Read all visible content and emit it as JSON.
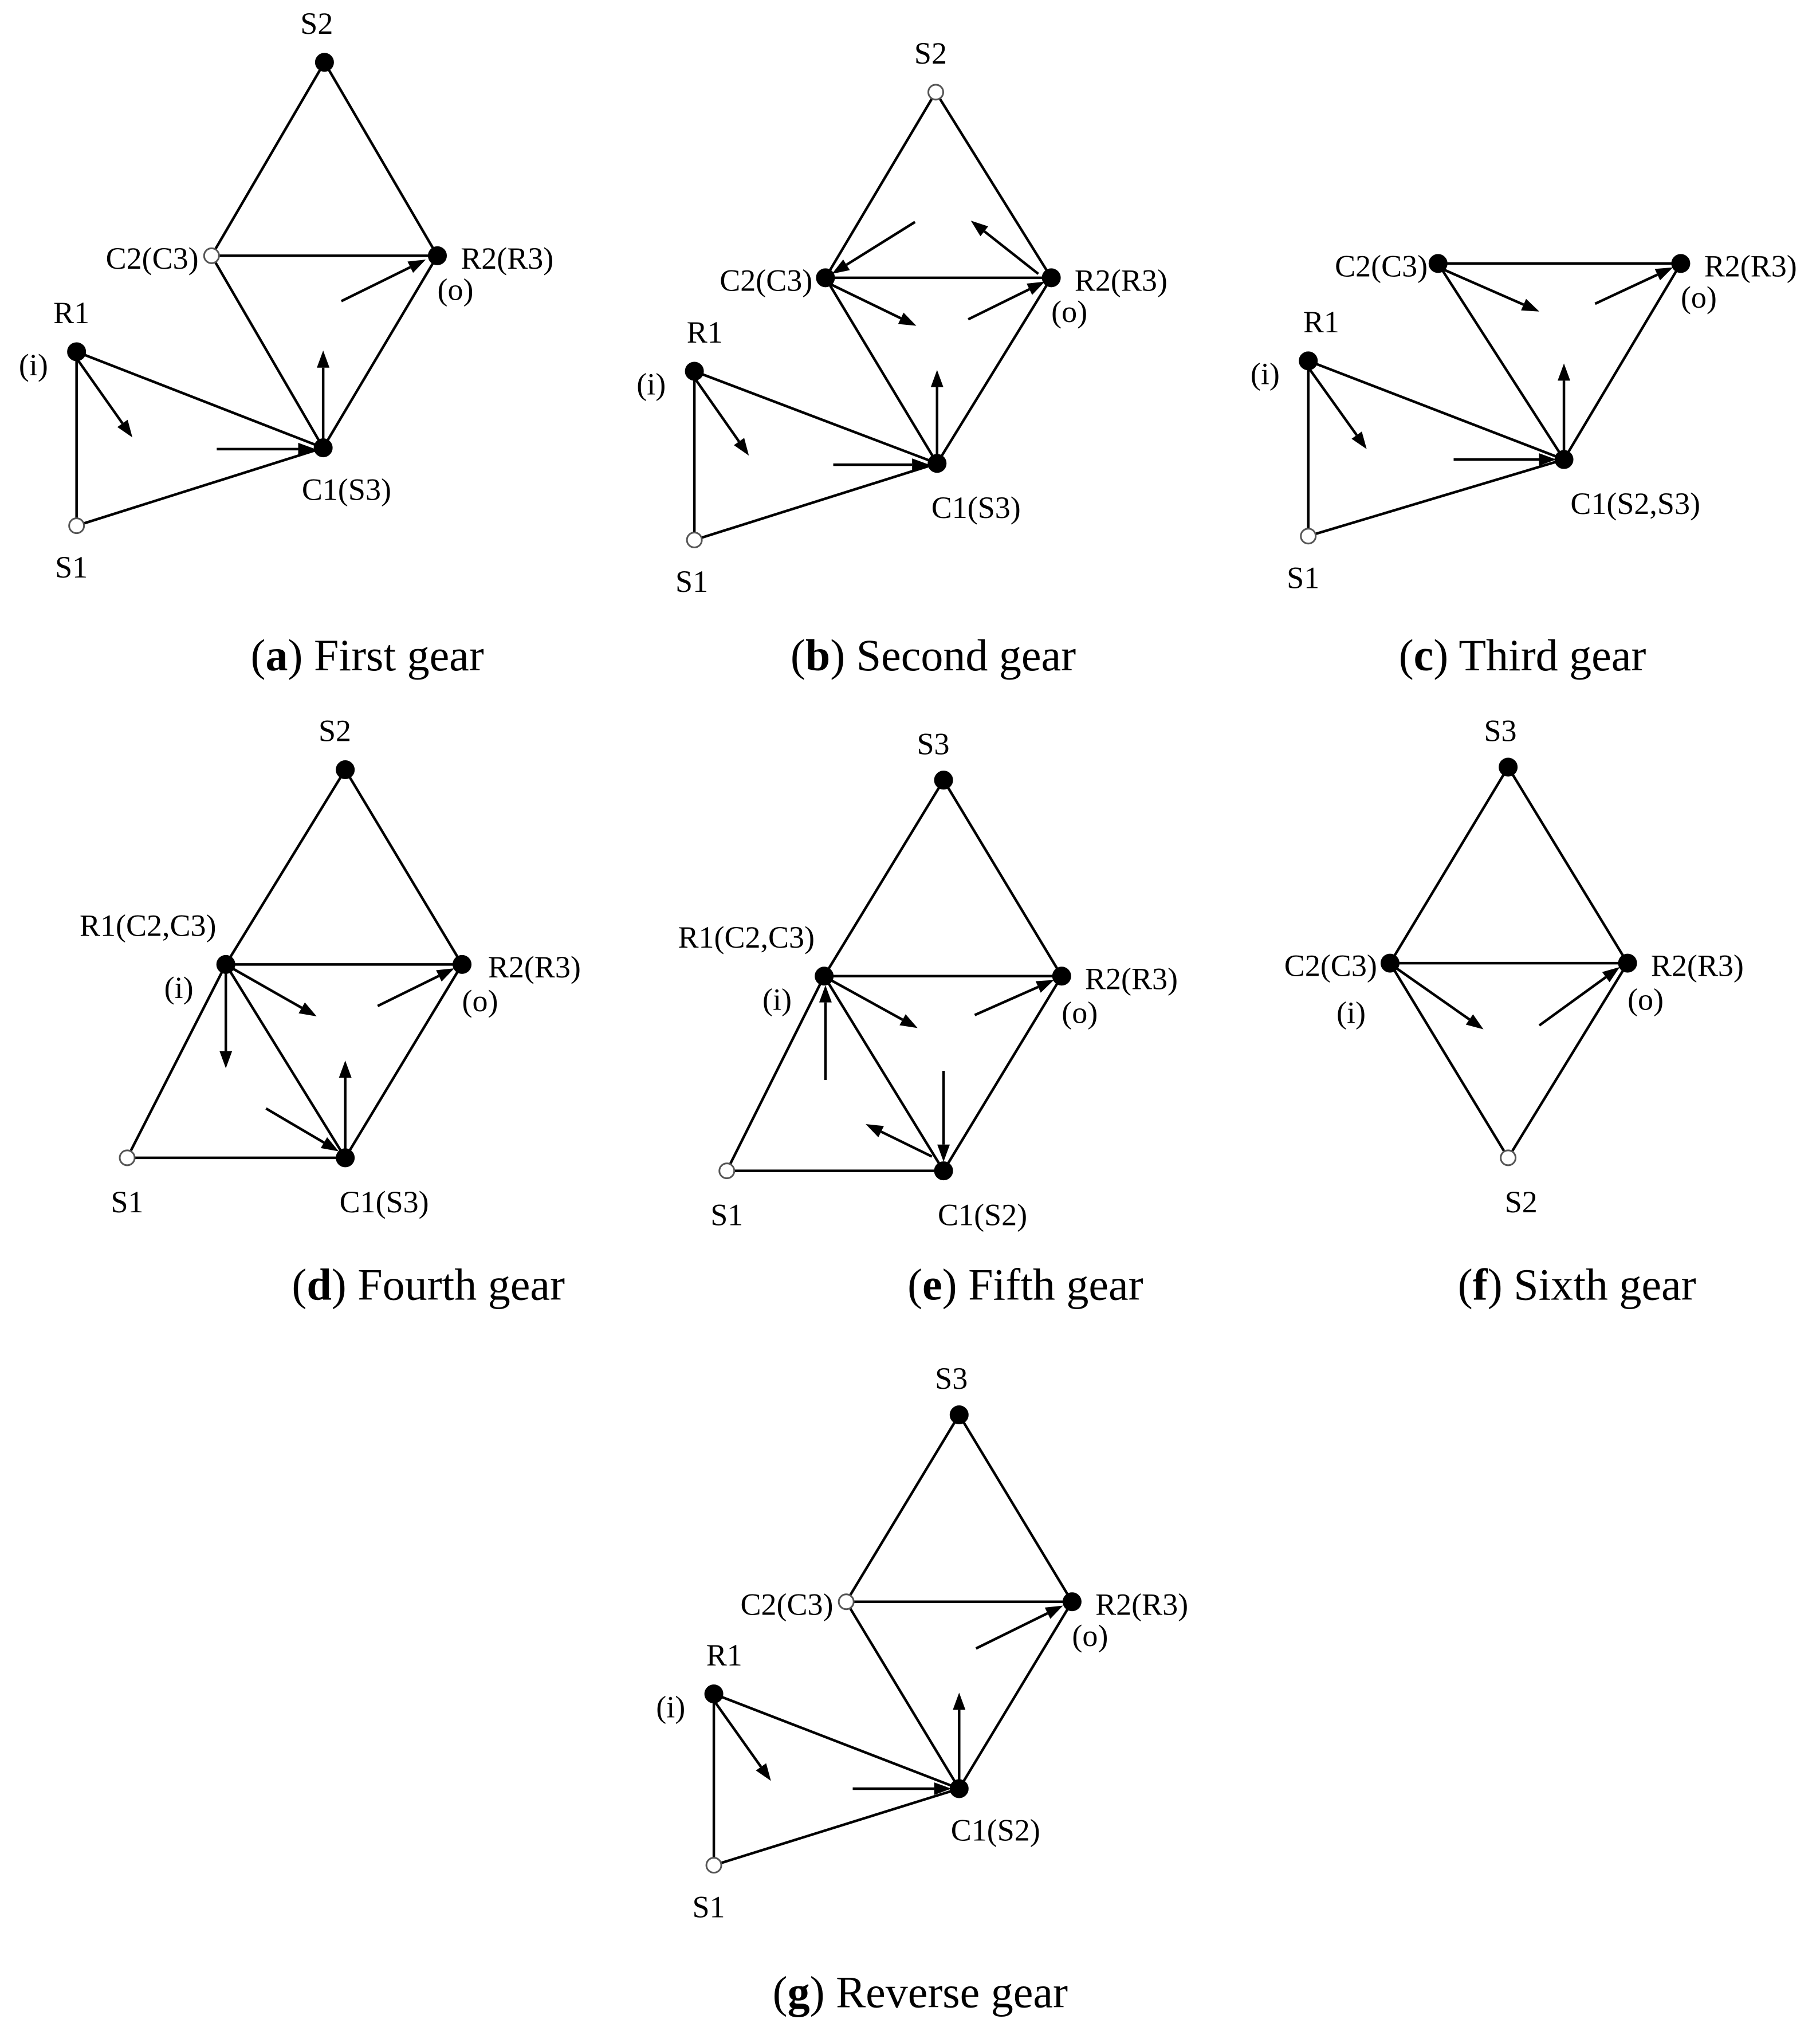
{
  "panels": [
    {
      "letter": "a",
      "title": "First gear",
      "nodes": [
        {
          "id": "S2",
          "label": "S2",
          "filled": true
        },
        {
          "id": "C2",
          "label": "C2(C3)",
          "filled": false
        },
        {
          "id": "R2",
          "label": "R2(R3)",
          "sublabel": "(o)",
          "filled": true
        },
        {
          "id": "R1",
          "label": "R1",
          "sublabel": "(i)",
          "filled": true
        },
        {
          "id": "C1",
          "label": "C1(S3)",
          "filled": true
        },
        {
          "id": "S1",
          "label": "S1",
          "filled": false
        }
      ],
      "edges": [
        [
          "S2",
          "C2"
        ],
        [
          "S2",
          "R2"
        ],
        [
          "C2",
          "R2"
        ],
        [
          "C2",
          "C1"
        ],
        [
          "R2",
          "C1"
        ],
        [
          "R1",
          "S1"
        ],
        [
          "R1",
          "C1"
        ],
        [
          "S1",
          "C1"
        ]
      ]
    },
    {
      "letter": "b",
      "title": "Second gear",
      "nodes": [
        {
          "id": "S2",
          "label": "S2",
          "filled": false
        },
        {
          "id": "C2",
          "label": "C2(C3)",
          "filled": true
        },
        {
          "id": "R2",
          "label": "R2(R3)",
          "sublabel": "(o)",
          "filled": true
        },
        {
          "id": "R1",
          "label": "R1",
          "sublabel": "(i)",
          "filled": true
        },
        {
          "id": "C1",
          "label": "C1(S3)",
          "filled": true
        },
        {
          "id": "S1",
          "label": "S1",
          "filled": false
        }
      ],
      "edges": [
        [
          "S2",
          "C2"
        ],
        [
          "S2",
          "R2"
        ],
        [
          "C2",
          "R2"
        ],
        [
          "C2",
          "C1"
        ],
        [
          "R2",
          "C1"
        ],
        [
          "R1",
          "S1"
        ],
        [
          "R1",
          "C1"
        ],
        [
          "S1",
          "C1"
        ]
      ]
    },
    {
      "letter": "c",
      "title": "Third gear",
      "nodes": [
        {
          "id": "C2",
          "label": "C2(C3)",
          "filled": true
        },
        {
          "id": "R2",
          "label": "R2(R3)",
          "sublabel": "(o)",
          "filled": true
        },
        {
          "id": "R1",
          "label": "R1",
          "sublabel": "(i)",
          "filled": true
        },
        {
          "id": "C1",
          "label": "C1(S2,S3)",
          "filled": true
        },
        {
          "id": "S1",
          "label": "S1",
          "filled": false
        }
      ],
      "edges": [
        [
          "C2",
          "R2"
        ],
        [
          "C2",
          "C1"
        ],
        [
          "R2",
          "C1"
        ],
        [
          "R1",
          "S1"
        ],
        [
          "R1",
          "C1"
        ],
        [
          "S1",
          "C1"
        ]
      ]
    },
    {
      "letter": "d",
      "title": "Fourth gear",
      "nodes": [
        {
          "id": "S2",
          "label": "S2",
          "filled": true
        },
        {
          "id": "R1",
          "label": "R1(C2,C3)",
          "sublabel": "(i)",
          "filled": true
        },
        {
          "id": "R2",
          "label": "R2(R3)",
          "sublabel": "(o)",
          "filled": true
        },
        {
          "id": "S1",
          "label": "S1",
          "filled": false
        },
        {
          "id": "C1",
          "label": "C1(S3)",
          "filled": true
        }
      ],
      "edges": [
        [
          "S2",
          "R1"
        ],
        [
          "S2",
          "R2"
        ],
        [
          "R1",
          "R2"
        ],
        [
          "R1",
          "S1"
        ],
        [
          "R1",
          "C1"
        ],
        [
          "R2",
          "C1"
        ],
        [
          "S1",
          "C1"
        ]
      ]
    },
    {
      "letter": "e",
      "title": "Fifth gear",
      "nodes": [
        {
          "id": "S3",
          "label": "S3",
          "filled": true
        },
        {
          "id": "R1",
          "label": "R1(C2,C3)",
          "sublabel": "(i)",
          "filled": true
        },
        {
          "id": "R2",
          "label": "R2(R3)",
          "sublabel": "(o)",
          "filled": true
        },
        {
          "id": "S1",
          "label": "S1",
          "filled": false
        },
        {
          "id": "C1",
          "label": "C1(S2)",
          "filled": true
        }
      ],
      "edges": [
        [
          "S3",
          "R1"
        ],
        [
          "S3",
          "R2"
        ],
        [
          "R1",
          "R2"
        ],
        [
          "R1",
          "S1"
        ],
        [
          "R1",
          "C1"
        ],
        [
          "R2",
          "C1"
        ],
        [
          "S1",
          "C1"
        ]
      ]
    },
    {
      "letter": "f",
      "title": "Sixth gear",
      "nodes": [
        {
          "id": "S3",
          "label": "S3",
          "filled": true
        },
        {
          "id": "C2",
          "label": "C2(C3)",
          "sublabel": "(i)",
          "filled": true
        },
        {
          "id": "R2",
          "label": "R2(R3)",
          "sublabel": "(o)",
          "filled": true
        },
        {
          "id": "S2",
          "label": "S2",
          "filled": false
        }
      ],
      "edges": [
        [
          "S3",
          "C2"
        ],
        [
          "S3",
          "R2"
        ],
        [
          "C2",
          "R2"
        ],
        [
          "C2",
          "S2"
        ],
        [
          "R2",
          "S2"
        ]
      ]
    },
    {
      "letter": "g",
      "title": "Reverse gear",
      "nodes": [
        {
          "id": "S3",
          "label": "S3",
          "filled": true
        },
        {
          "id": "C2",
          "label": "C2(C3)",
          "filled": false
        },
        {
          "id": "R2",
          "label": "R2(R3)",
          "sublabel": "(o)",
          "filled": true
        },
        {
          "id": "R1",
          "label": "R1",
          "sublabel": "(i)",
          "filled": true
        },
        {
          "id": "C1",
          "label": "C1(S2)",
          "filled": true
        },
        {
          "id": "S1",
          "label": "S1",
          "filled": false
        }
      ],
      "edges": [
        [
          "S3",
          "C2"
        ],
        [
          "S3",
          "R2"
        ],
        [
          "C2",
          "R2"
        ],
        [
          "C2",
          "C1"
        ],
        [
          "R2",
          "C1"
        ],
        [
          "R1",
          "S1"
        ],
        [
          "R1",
          "C1"
        ],
        [
          "S1",
          "C1"
        ]
      ]
    }
  ]
}
